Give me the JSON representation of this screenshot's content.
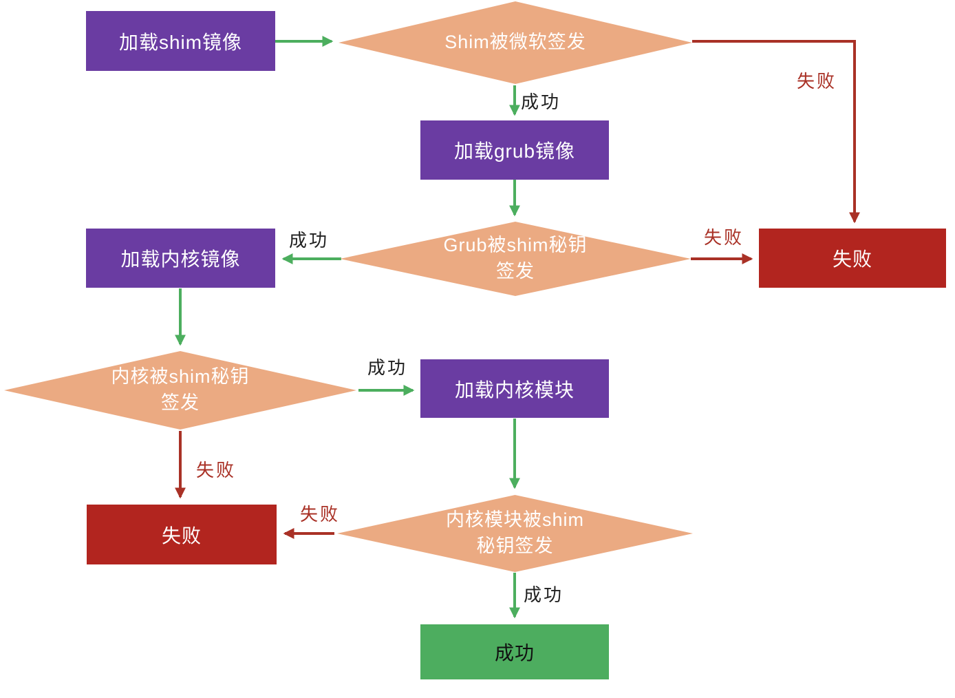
{
  "diagram": {
    "description": "Secure boot signature verification flowchart",
    "colors": {
      "process_fill": "#6a3ca2",
      "decision_fill": "#ebaa82",
      "fail_fill": "#b2251f",
      "success_fill": "#4dad5f",
      "arrow_green": "#4cae5e",
      "arrow_red": "#a93126",
      "label_text": "#1f1f1f"
    },
    "nodes": {
      "load_shim": {
        "label": "加载shim镜像",
        "type": "process"
      },
      "shim_signed": {
        "lines": [
          "Shim被微软签发"
        ],
        "type": "decision"
      },
      "load_grub": {
        "label": "加载grub镜像",
        "type": "process"
      },
      "grub_signed": {
        "lines": [
          "Grub被shim秘钥",
          "签发"
        ],
        "type": "decision"
      },
      "load_kernel": {
        "label": "加载内核镜像",
        "type": "process"
      },
      "fail_top": {
        "label": "失败",
        "type": "terminator-fail"
      },
      "kernel_signed": {
        "lines": [
          "内核被shim秘钥",
          "签发"
        ],
        "type": "decision"
      },
      "load_modules": {
        "label": "加载内核模块",
        "type": "process"
      },
      "fail_bottom": {
        "label": "失败",
        "type": "terminator-fail"
      },
      "modules_signed": {
        "lines": [
          "内核模块被shim",
          "秘钥签发"
        ],
        "type": "decision"
      },
      "success_end": {
        "label": "成功",
        "type": "terminator-success"
      }
    },
    "edge_labels": {
      "shim_fail": "失败",
      "shim_ok": "成功",
      "grub_ok": "成功",
      "grub_fail": "失败",
      "kernel_ok": "成功",
      "kernel_fail": "失败",
      "modules_fail": "失败",
      "modules_ok": "成功"
    }
  }
}
